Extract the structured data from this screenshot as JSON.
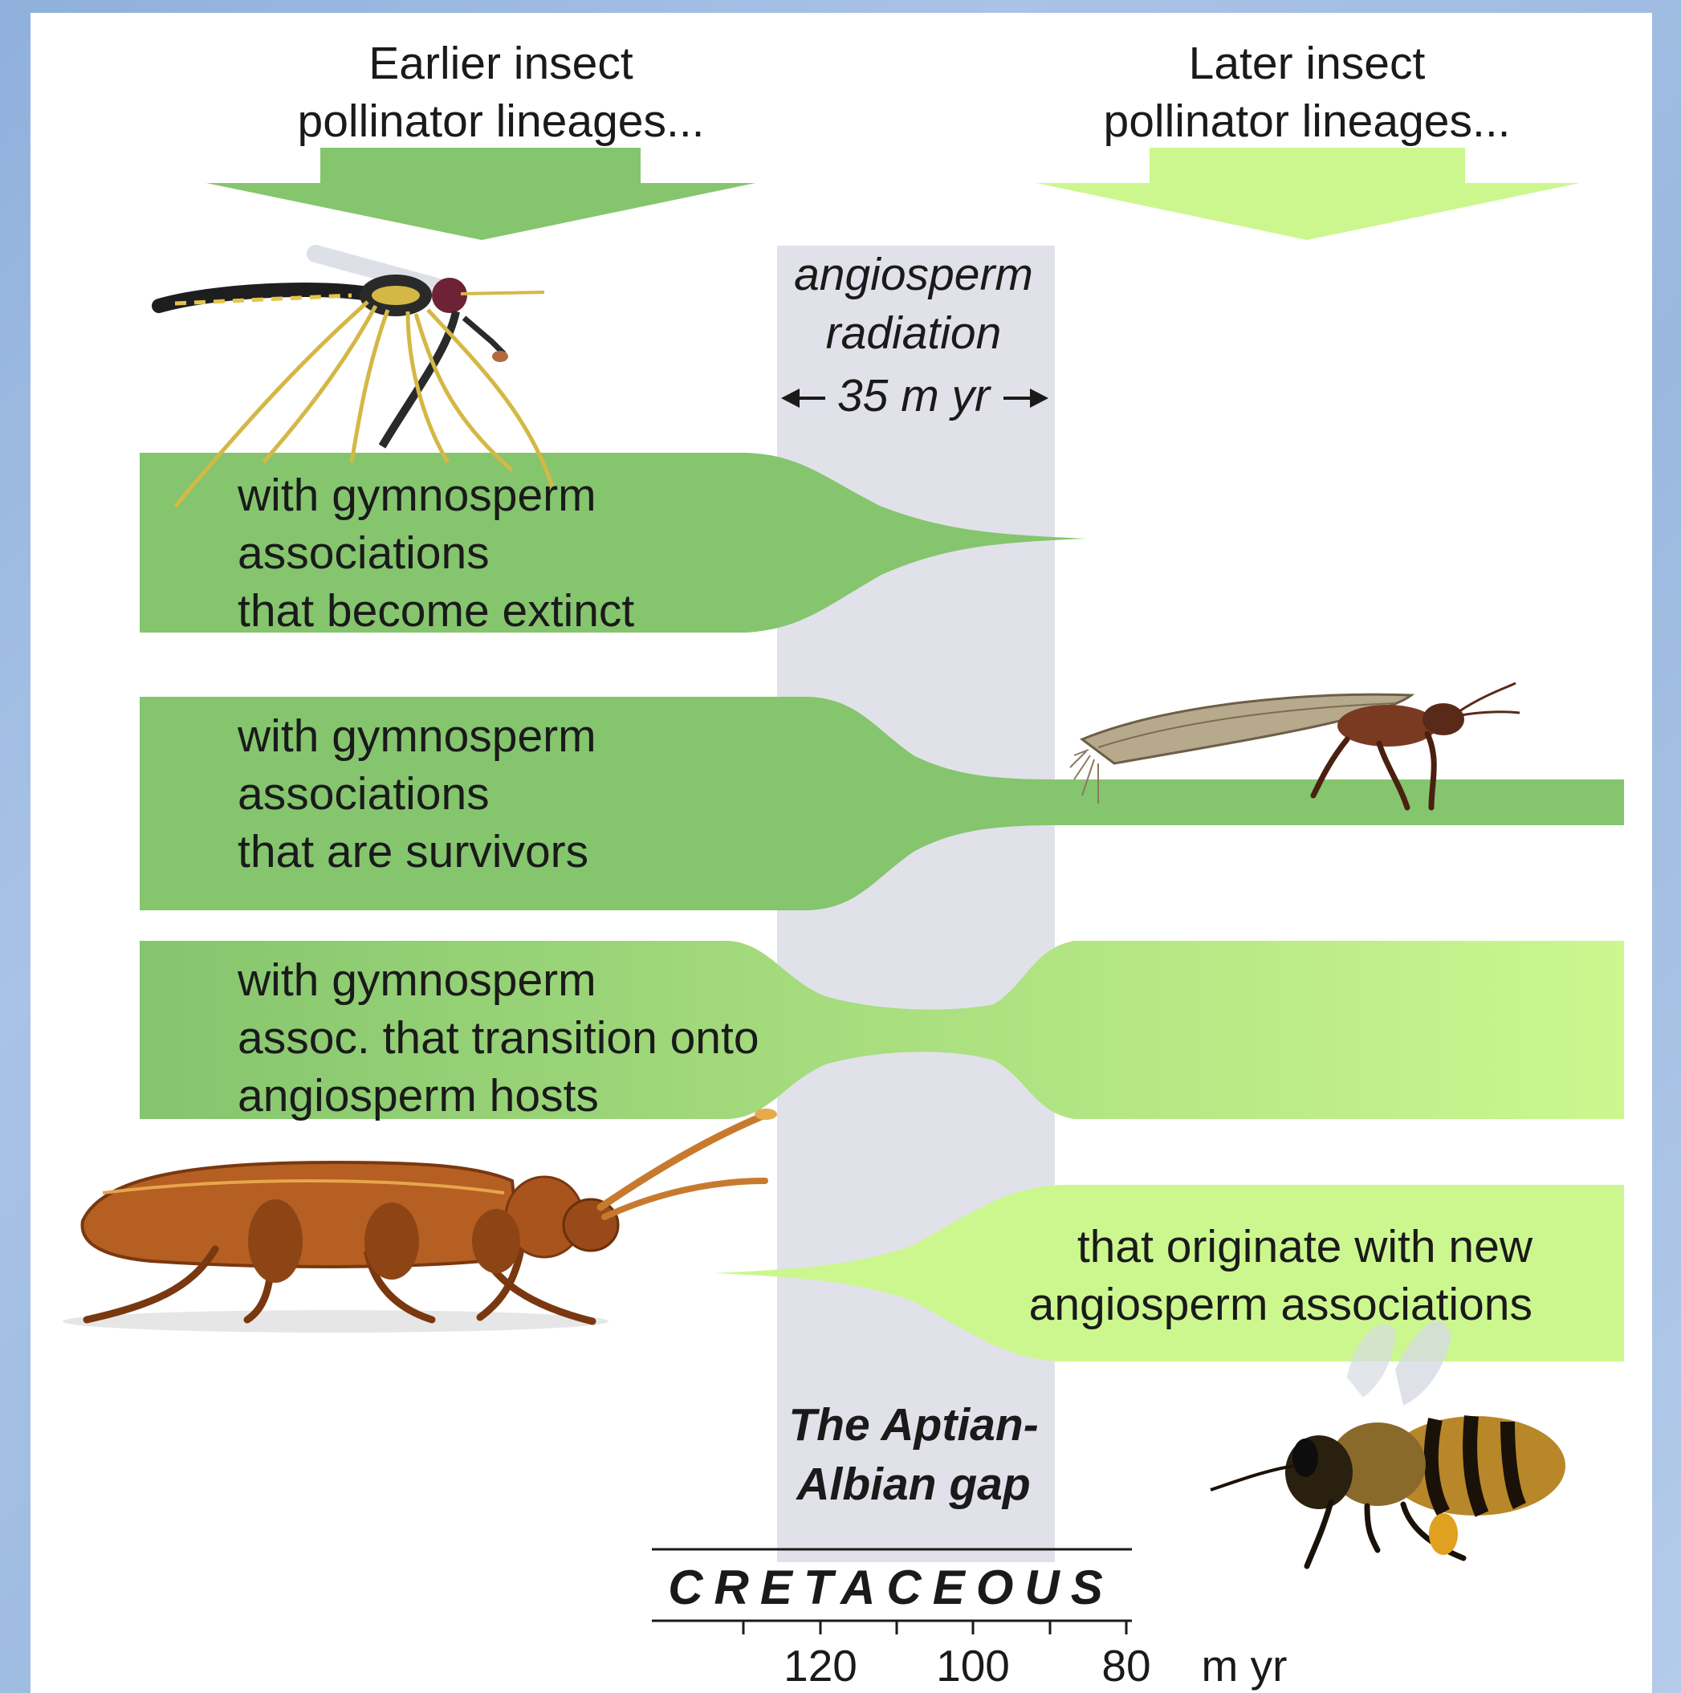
{
  "header": {
    "left_line1": "Earlier insect",
    "left_line2": "pollinator lineages...",
    "right_line1": "Later insect",
    "right_line2": "pollinator lineages..."
  },
  "gap_label": {
    "line1": "angiosperm",
    "line2": "radiation",
    "duration": "35 m yr"
  },
  "bands": [
    {
      "line1": "with gymnosperm",
      "line2": "associations",
      "line3": "that become extinct"
    },
    {
      "line1": "with gymnosperm",
      "line2": "associations",
      "line3": "that are survivors"
    },
    {
      "line1": "with gymnosperm",
      "line2": "assoc. that transition onto",
      "line3": "angiosperm hosts"
    },
    {
      "line1": "that originate with new",
      "line2": "angiosperm associations"
    }
  ],
  "gap_title": {
    "line1": "The Aptian-",
    "line2": "Albian gap"
  },
  "timescale": {
    "period": "CRETACEOUS",
    "ticks": [
      "120",
      "100",
      "80"
    ],
    "unit": "m yr"
  },
  "colors": {
    "dark_green": "#85c56e",
    "light_green": "#ccf78f",
    "gap": "#e1e1ea",
    "text": "#1a1a1a"
  },
  "images": [
    "scorpionfly-icon",
    "scorpionfly-thrips-icon",
    "beetle-icon",
    "honeybee-icon"
  ]
}
